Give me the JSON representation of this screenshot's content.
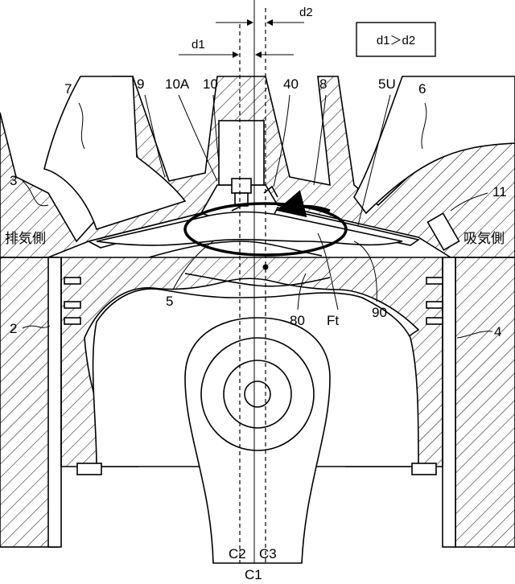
{
  "figure": {
    "labels": {
      "n7": "7",
      "n9": "9",
      "n10A": "10A",
      "n10": "10",
      "n40": "40",
      "n8": "8",
      "n5U": "5U",
      "n6": "6",
      "n3": "3",
      "n11": "11",
      "n2": "2",
      "n4": "4",
      "n5": "5",
      "n80": "80",
      "nFt": "Ft",
      "n90": "90",
      "d1": "d1",
      "d2": "d2",
      "c1": "C1",
      "c2": "C2",
      "c3": "C3",
      "exhaust_side": "排気側",
      "intake_side": "吸気側",
      "relation": "d1＞d2"
    }
  }
}
